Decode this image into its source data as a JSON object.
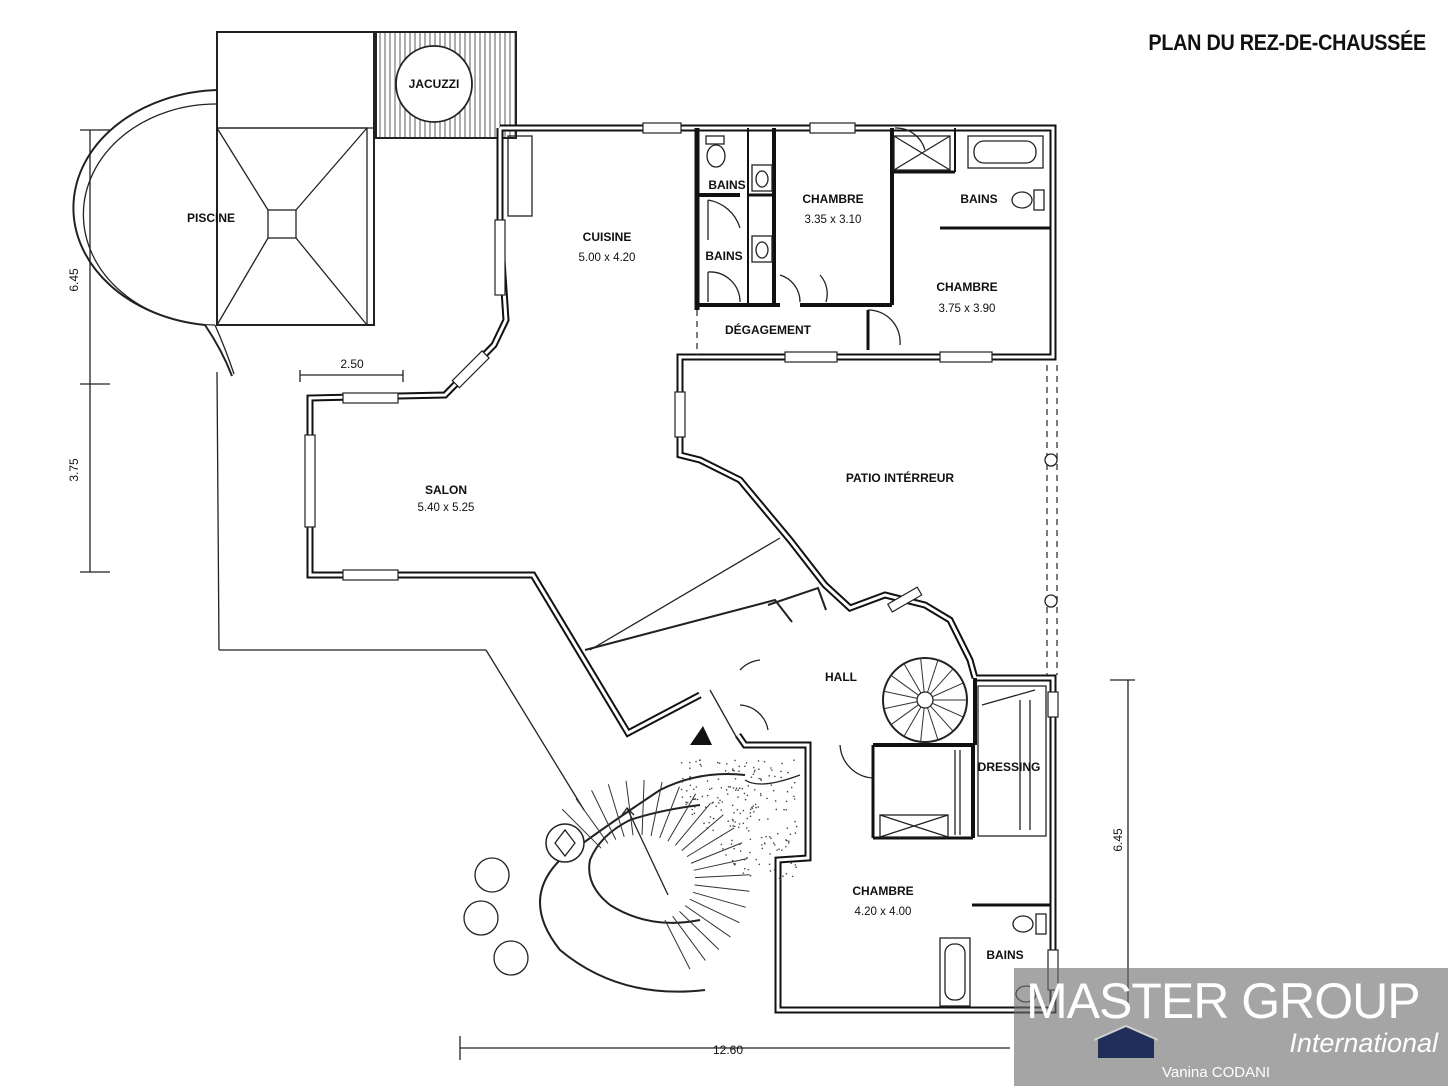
{
  "title": "PLAN DU REZ-DE-CHAUSSÉE",
  "rooms": {
    "piscine": {
      "name": "PISCINE"
    },
    "jacuzzi": {
      "name": "JACUZZI"
    },
    "cuisine": {
      "name": "CUISINE",
      "dim": "5.00 x 4.20"
    },
    "bains1": {
      "name": "BAINS"
    },
    "bains2": {
      "name": "BAINS"
    },
    "chambre1": {
      "name": "CHAMBRE",
      "dim": "3.35 x 3.10"
    },
    "bains3": {
      "name": "BAINS"
    },
    "chambre2": {
      "name": "CHAMBRE",
      "dim": "3.75 x 3.90"
    },
    "degagement": {
      "name": "DÉGAGEMENT"
    },
    "salon": {
      "name": "SALON",
      "dim": "5.40 x 5.25"
    },
    "patio": {
      "name": "PATIO INTÉRREUR"
    },
    "hall": {
      "name": "HALL"
    },
    "dressing": {
      "name": "DRESSING"
    },
    "chambre3": {
      "name": "CHAMBRE",
      "dim": "4.20 x 4.00"
    },
    "bains4": {
      "name": "BAINS"
    }
  },
  "dimensions": {
    "left_top": "6.45",
    "left_bottom": "3.75",
    "salon_width": "2.50",
    "right": "6.45",
    "bottom": "12.60"
  },
  "brand": {
    "name": "MASTER GROUP",
    "subtitle": "International",
    "agent": "Vanina CODANI"
  },
  "colors": {
    "wall": "#111111",
    "brand_overlay": "#6e6e6e",
    "brand_house": "#1f2f5a"
  }
}
